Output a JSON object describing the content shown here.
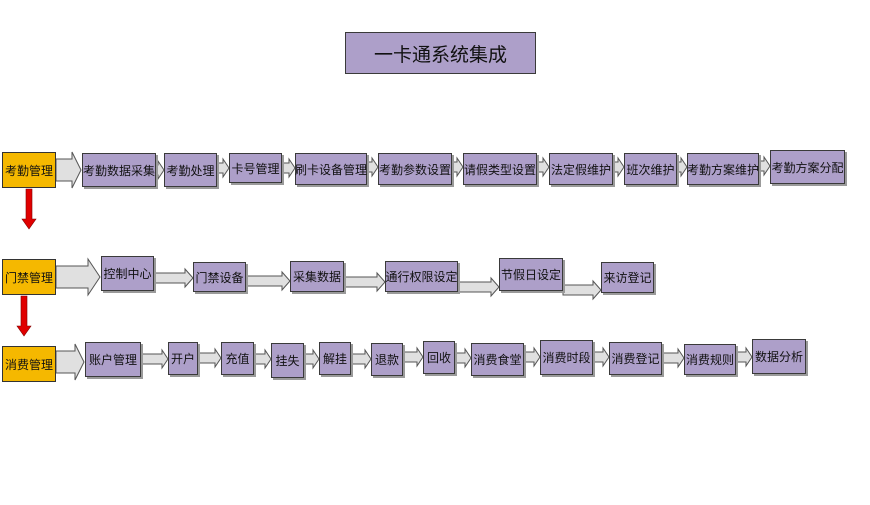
{
  "title": "一卡通系统集成",
  "colors": {
    "box_fill": "#ad9fc9",
    "category_fill": "#f5b800",
    "arrow_fill": "#e0e0e0",
    "down_arrow": "#e00000"
  },
  "rows": [
    {
      "category": "考勤管理",
      "steps": [
        "考勤数据采集",
        "考勤处理",
        "卡号管理",
        "刷卡设备管理",
        "考勤参数设置",
        "请假类型设置",
        "法定假维护",
        "班次维护",
        "考勤方案维护",
        "考勤方案分配"
      ]
    },
    {
      "category": "门禁管理",
      "steps": [
        "控制中心",
        "门禁设备",
        "采集数据",
        "通行权限设定",
        "节假日设定",
        "来访登记"
      ]
    },
    {
      "category": "消费管理",
      "steps": [
        "账户管理",
        "开户",
        "充值",
        "挂失",
        "解挂",
        "退款",
        "回收",
        "消费食堂",
        "消费时段",
        "消费登记",
        "消费规则",
        "数据分析"
      ]
    }
  ]
}
